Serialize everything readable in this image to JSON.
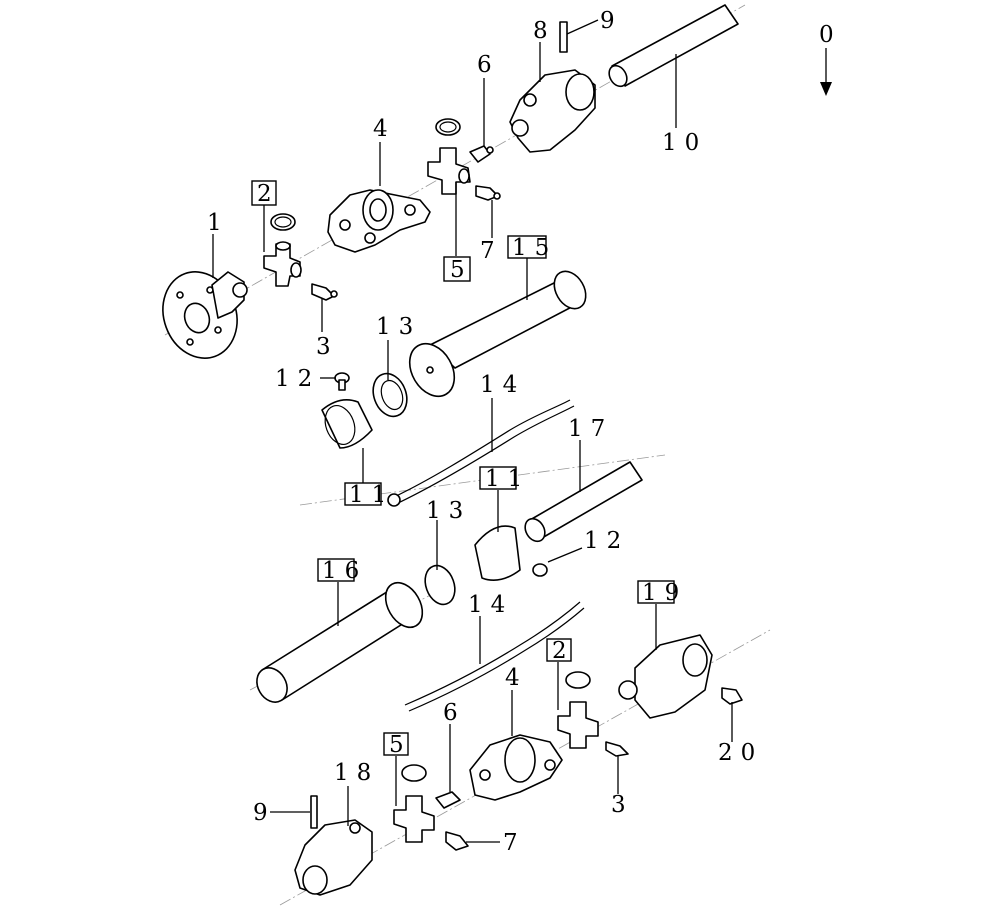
{
  "diagram": {
    "orientation_label": "0",
    "callouts": [
      {
        "key": "c1",
        "text": "1",
        "boxed": false
      },
      {
        "key": "c2a",
        "text": "2",
        "boxed": true
      },
      {
        "key": "c3a",
        "text": "3",
        "boxed": false
      },
      {
        "key": "c4a",
        "text": "4",
        "boxed": false
      },
      {
        "key": "c5a",
        "text": "5",
        "boxed": true
      },
      {
        "key": "c6a",
        "text": "6",
        "boxed": false
      },
      {
        "key": "c7a",
        "text": "7",
        "boxed": false
      },
      {
        "key": "c8",
        "text": "8",
        "boxed": false
      },
      {
        "key": "c9a",
        "text": "9",
        "boxed": false
      },
      {
        "key": "c10",
        "text": "10",
        "boxed": false
      },
      {
        "key": "c15",
        "text": "15",
        "boxed": true
      },
      {
        "key": "c13a",
        "text": "13",
        "boxed": false
      },
      {
        "key": "c12a",
        "text": "12",
        "boxed": false
      },
      {
        "key": "c14a",
        "text": "14",
        "boxed": false
      },
      {
        "key": "c11a",
        "text": "11",
        "boxed": true
      },
      {
        "key": "c11b",
        "text": "11",
        "boxed": true
      },
      {
        "key": "c17",
        "text": "17",
        "boxed": false
      },
      {
        "key": "c13b",
        "text": "13",
        "boxed": false
      },
      {
        "key": "c12b",
        "text": "12",
        "boxed": false
      },
      {
        "key": "c16",
        "text": "16",
        "boxed": true
      },
      {
        "key": "c14b",
        "text": "14",
        "boxed": false
      },
      {
        "key": "c19",
        "text": "19",
        "boxed": true
      },
      {
        "key": "c2b",
        "text": "2",
        "boxed": true
      },
      {
        "key": "c4b",
        "text": "4",
        "boxed": false
      },
      {
        "key": "c20",
        "text": "20",
        "boxed": false
      },
      {
        "key": "c6b",
        "text": "6",
        "boxed": false
      },
      {
        "key": "c5b",
        "text": "5",
        "boxed": true
      },
      {
        "key": "c3b",
        "text": "3",
        "boxed": false
      },
      {
        "key": "c18",
        "text": "18",
        "boxed": false
      },
      {
        "key": "c9b",
        "text": "9",
        "boxed": false
      },
      {
        "key": "c7b",
        "text": "7",
        "boxed": false
      }
    ]
  }
}
